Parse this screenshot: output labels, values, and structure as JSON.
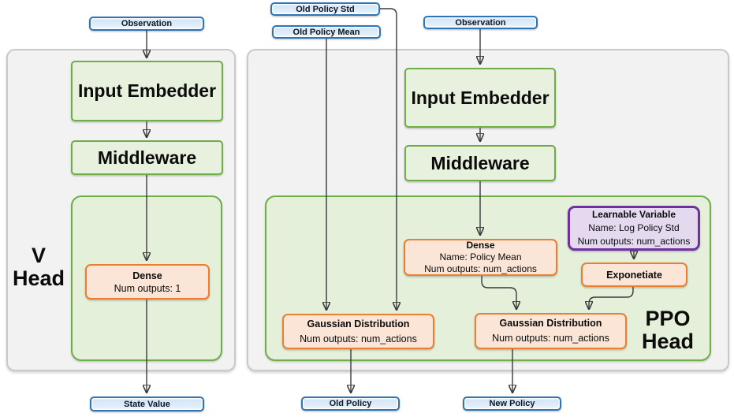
{
  "diagram": {
    "v_head": {
      "label_line1": "V",
      "label_line2": "Head",
      "observation": "Observation",
      "input_embedder": "Input Embedder",
      "middleware": "Middleware",
      "dense_title": "Dense",
      "dense_outputs": "Num outputs: 1",
      "state_value": "State Value"
    },
    "ppo_head": {
      "label_line1": "PPO",
      "label_line2": "Head",
      "old_policy_std": "Old Policy Std",
      "old_policy_mean": "Old Policy Mean",
      "observation": "Observation",
      "input_embedder": "Input Embedder",
      "middleware": "Middleware",
      "dense_title": "Dense",
      "dense_name": "Name: Policy Mean",
      "dense_outputs": "Num outputs: num_actions",
      "learnable_title": "Learnable Variable",
      "learnable_name": "Name: Log Policy Std",
      "learnable_outputs": "Num outputs: num_actions",
      "exponetiate": "Exponetiate",
      "gaussian_old_title": "Gaussian Distribution",
      "gaussian_old_outputs": "Num outputs: num_actions",
      "gaussian_new_title": "Gaussian Distribution",
      "gaussian_new_outputs": "Num outputs: num_actions",
      "old_policy": "Old Policy",
      "new_policy": "New Policy"
    },
    "colors": {
      "io_border": "#2E75B6",
      "io_fill_top": "#cfe3f6",
      "io_fill_bottom": "#eaf3fb",
      "green_border": "#6FAD47",
      "green_fill": "#E7F1DE",
      "container_fill": "#E4F0D9",
      "orange_border": "#ED7D31",
      "orange_fill": "#FBE5D6",
      "purple_border": "#7030A0",
      "purple_fill": "#E5D9F0",
      "panel_fill": "#F2F2F2",
      "panel_border": "#C9C9C9",
      "line": "#3a3a3a"
    }
  }
}
